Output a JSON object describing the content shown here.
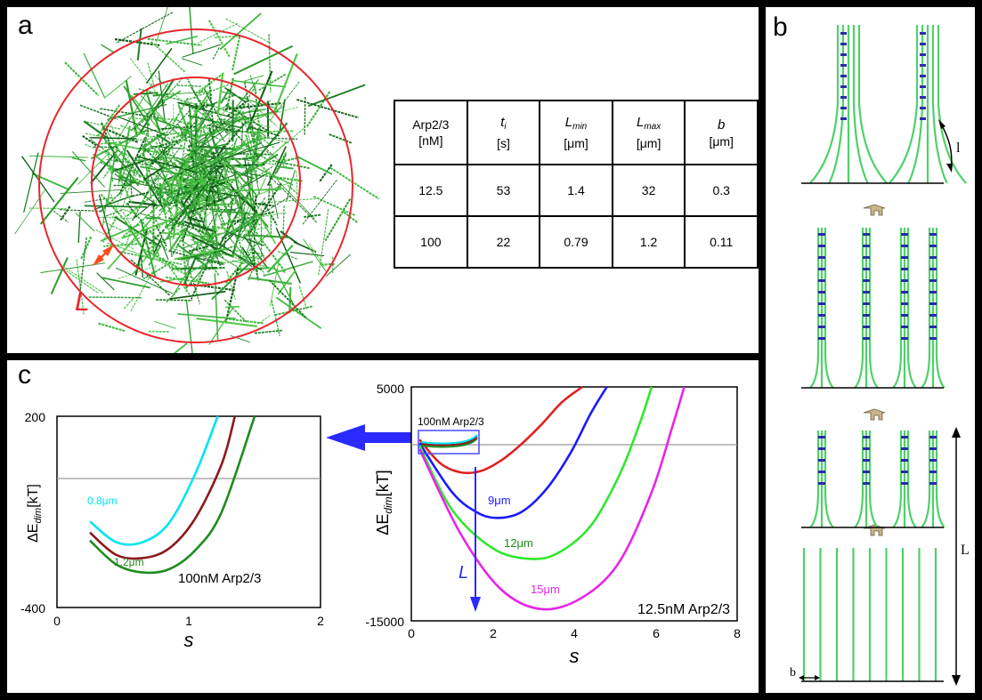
{
  "panel_a": {
    "label": "a",
    "L_label": "L",
    "table": {
      "headers": [
        {
          "sym": "Arp2/3",
          "unit": "[nM]"
        },
        {
          "sym": "t",
          "sub": "i",
          "unit": "[s]"
        },
        {
          "sym": "L",
          "sub": "min",
          "unit": "[μm]"
        },
        {
          "sym": "L",
          "sub": "max",
          "unit": "[μm]"
        },
        {
          "sym": "b",
          "unit": "[μm]"
        }
      ],
      "rows": [
        [
          "12.5",
          "53",
          "1.4",
          "32",
          "0.3"
        ],
        [
          "100",
          "22",
          "0.79",
          "1.2",
          "0.11"
        ]
      ]
    }
  },
  "panel_b": {
    "label": "b",
    "l_label": "l",
    "L_label": "L",
    "b_label": "b"
  },
  "panel_c": {
    "label": "c",
    "left_plot": {
      "ylabel_main": "ΔE",
      "ylabel_sub": "dim",
      "ylabel_unit": "[kT]",
      "xlabel": "s",
      "xticks": [
        "0",
        "1",
        "2"
      ],
      "yticks": [
        "200",
        "-400"
      ],
      "annotation": "100nM Arp2/3",
      "curve_labels": [
        "0.8μm",
        "1.2μm"
      ]
    },
    "right_plot": {
      "ylabel_main": "ΔE",
      "ylabel_sub": "dim",
      "ylabel_unit": "[kT]",
      "xlabel": "s",
      "xticks": [
        "0",
        "2",
        "4",
        "6",
        "8"
      ],
      "yticks": [
        "5000",
        "-15000"
      ],
      "annotation": "12.5nM Arp2/3",
      "inset_label": "100nM Arp2/3",
      "arrow_label": "L",
      "curve_labels": [
        "9μm",
        "12μm",
        "15μm"
      ]
    }
  },
  "chart_data": [
    {
      "type": "line",
      "xlim": [
        0,
        2
      ],
      "ylim": [
        -400,
        200
      ],
      "xlabel": "s",
      "ylabel": "ΔE_dim[kT]",
      "annotation": "100nM Arp2/3",
      "series": [
        {
          "name": "0.8μm",
          "color": "#00e5ee",
          "x": [
            0.25,
            0.45,
            0.65,
            0.85,
            1.05,
            1.22
          ],
          "y": [
            -130,
            -195,
            -195,
            -135,
            20,
            200
          ]
        },
        {
          "name": "",
          "color": "#8b1a1a",
          "x": [
            0.25,
            0.45,
            0.65,
            0.85,
            1.05,
            1.25,
            1.35
          ],
          "y": [
            -165,
            -235,
            -245,
            -215,
            -120,
            50,
            200
          ]
        },
        {
          "name": "1.2μm",
          "color": "#1e8b1e",
          "x": [
            0.25,
            0.45,
            0.65,
            0.85,
            1.05,
            1.25,
            1.5
          ],
          "y": [
            -190,
            -265,
            -290,
            -280,
            -220,
            -100,
            200
          ]
        }
      ]
    },
    {
      "type": "line",
      "xlim": [
        0,
        8
      ],
      "ylim": [
        -15000,
        5000
      ],
      "xlabel": "s",
      "ylabel": "ΔE_dim[kT]",
      "annotation": "12.5nM Arp2/3",
      "series": [
        {
          "name": "",
          "color": "#e02020",
          "x": [
            0.2,
            0.7,
            1.2,
            1.7,
            2.2,
            2.7,
            3.2,
            3.7,
            4.2
          ],
          "y": [
            500,
            -1500,
            -2300,
            -2200,
            -1300,
            100,
            1800,
            3700,
            5000
          ]
        },
        {
          "name": "9μm",
          "color": "#1a1aff",
          "x": [
            0.2,
            1,
            1.6,
            2.1,
            2.7,
            3.3,
            3.9,
            4.4,
            4.8
          ],
          "y": [
            200,
            -4000,
            -5700,
            -6200,
            -5700,
            -3800,
            -700,
            2700,
            5000
          ]
        },
        {
          "name": "12μm",
          "color": "#2ee82e",
          "x": [
            0.2,
            1,
            2,
            2.9,
            3.6,
            4.4,
            5.1,
            5.6,
            5.9
          ],
          "y": [
            0,
            -5500,
            -8800,
            -9700,
            -9200,
            -6900,
            -2600,
            1800,
            5000
          ]
        },
        {
          "name": "15μm",
          "color": "#e824e8",
          "x": [
            0.2,
            1.2,
            2.2,
            3.2,
            4.2,
            5.1,
            5.9,
            6.4,
            6.7
          ],
          "y": [
            -300,
            -7500,
            -12300,
            -14000,
            -13000,
            -10000,
            -4000,
            1500,
            5000
          ]
        }
      ]
    }
  ]
}
